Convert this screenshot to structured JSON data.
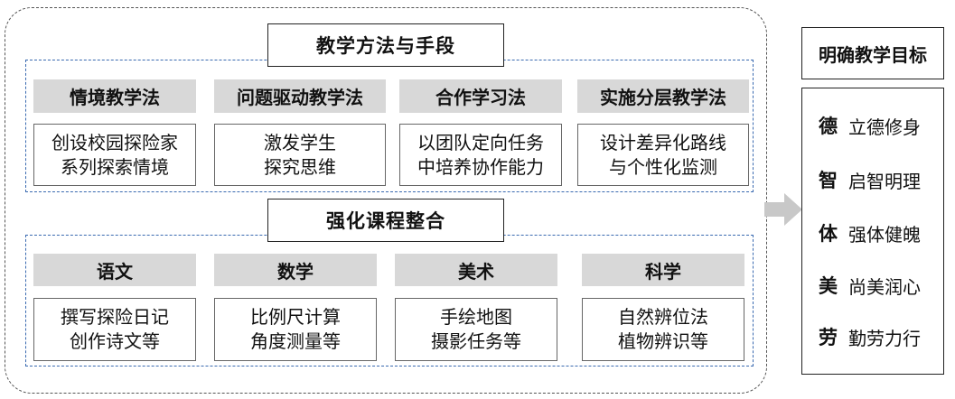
{
  "methods": {
    "title": "教学方法与手段",
    "items": [
      {
        "header": "情境教学法",
        "line1": "创设校园探险家",
        "line2": "系列探索情境"
      },
      {
        "header": "问题驱动教学法",
        "line1": "激发学生",
        "line2": "探究思维"
      },
      {
        "header": "合作学习法",
        "line1": "以团队定向任务",
        "line2": "中培养协作能力"
      },
      {
        "header": "实施分层教学法",
        "line1": "设计差异化路线",
        "line2": "与个性化监测"
      }
    ]
  },
  "integration": {
    "title": "强化课程整合",
    "items": [
      {
        "header": "语文",
        "line1": "撰写探险日记",
        "line2": "创作诗文等"
      },
      {
        "header": "数学",
        "line1": "比例尺计算",
        "line2": "角度测量等"
      },
      {
        "header": "美术",
        "line1": "手绘地图",
        "line2": "摄影任务等"
      },
      {
        "header": "科学",
        "line1": "自然辨位法",
        "line2": "植物辨识等"
      }
    ]
  },
  "goals": {
    "title": "明确教学目标",
    "items": [
      {
        "char": "德",
        "text": "立德修身"
      },
      {
        "char": "智",
        "text": "启智明理"
      },
      {
        "char": "体",
        "text": "强体健魄"
      },
      {
        "char": "美",
        "text": "尚美润心"
      },
      {
        "char": "劳",
        "text": "勤劳力行"
      }
    ]
  },
  "colors": {
    "group_border": "#3a6ab0",
    "header_fill": "#d8d8d8",
    "arrow": "#c8c8c8"
  }
}
